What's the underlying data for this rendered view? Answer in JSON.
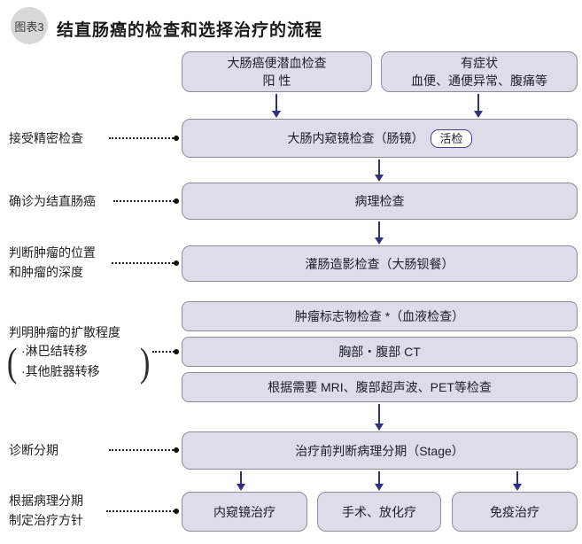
{
  "header": {
    "badge": "图表3",
    "title": "结直肠癌的检查和选择治疗的流程"
  },
  "colors": {
    "box_fill": "#dedce9",
    "box_border": "#8e8b9c",
    "arrow": "#322e80",
    "badge_bg": "#d8d8d8",
    "pill_border": "#4a4690"
  },
  "flow": {
    "top_left_box": {
      "line1": "大肠癌便潜血检查",
      "line2": "阳 性"
    },
    "top_right_box": {
      "line1": "有症状",
      "line2": "血便、通便异常、腹痛等"
    },
    "colonoscopy_box": {
      "label": "大肠内窥镜检查（肠镜）",
      "pill": "活检"
    },
    "pathology_box": "病理检查",
    "enema_box": "灌肠造影检查（大肠钡餐）",
    "marker_box": "肿瘤标志物检查 *（血液检查）",
    "ct_box": "胸部・腹部 CT",
    "mri_box": "根据需要 MRI、腹部超声波、PET等检查",
    "stage_box": "治疗前判断病理分期（Stage）",
    "treatment_boxes": [
      "内窥镜治疗",
      "手术、放化疗",
      "免疫治疗"
    ]
  },
  "labels": {
    "l1": "接受精密检查",
    "l2": "确诊为结直肠癌",
    "l3a": "判断肿瘤的位置",
    "l3b": "和肿瘤的深度",
    "l4": "判明肿瘤的扩散程度",
    "l4_bullet1": "·淋巴结转移",
    "l4_bullet2": "·其他脏器转移",
    "paren_open": "(",
    "paren_close": ")",
    "l5": "诊断分期",
    "l6a": "根据病理分期",
    "l6b": "制定治疗方针"
  }
}
